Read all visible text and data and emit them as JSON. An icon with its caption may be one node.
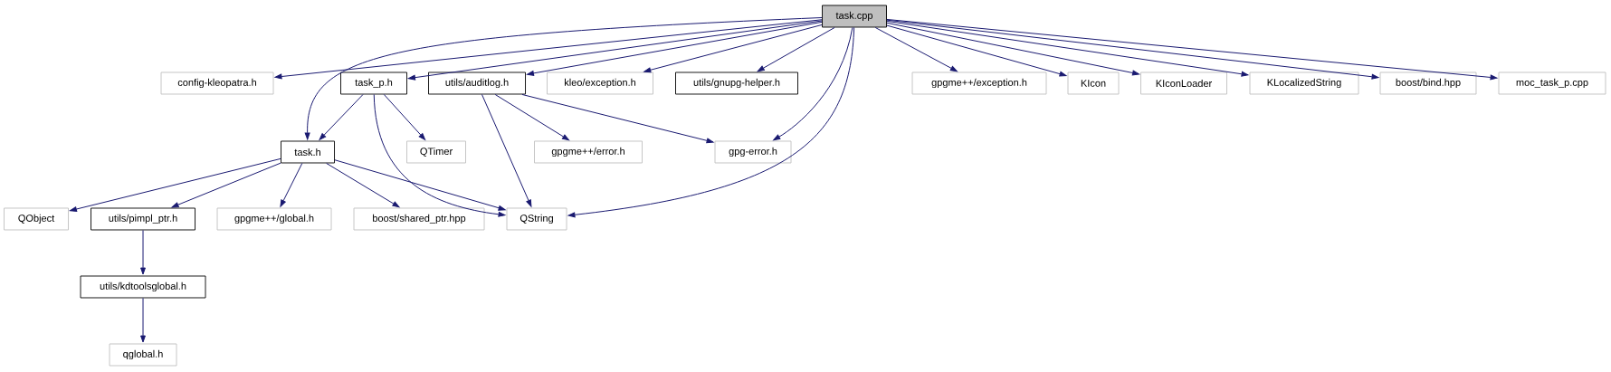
{
  "diagram": {
    "nodes": [
      {
        "text": [
          "task.cpp"
        ]
      },
      {
        "text": [
          "config-kleopatra.h"
        ]
      },
      {
        "text": [
          "task_p.h"
        ]
      },
      {
        "text": [
          "utils/auditlog.h"
        ]
      },
      {
        "text": [
          "kleo/exception.h"
        ]
      },
      {
        "text": [
          "utils/gnupg-helper.h"
        ]
      },
      {
        "text": [
          "gpgme++/exception.h"
        ]
      },
      {
        "text": [
          "KIcon"
        ]
      },
      {
        "text": [
          "KIconLoader"
        ]
      },
      {
        "text": [
          "KLocalizedString"
        ]
      },
      {
        "text": [
          "boost/bind.hpp"
        ]
      },
      {
        "text": [
          "moc_task_p.cpp"
        ]
      },
      {
        "text": [
          "task.h"
        ]
      },
      {
        "text": [
          "QTimer"
        ]
      },
      {
        "text": [
          "gpgme++/error.h"
        ]
      },
      {
        "text": [
          "gpg-error.h"
        ]
      },
      {
        "text": [
          "QObject"
        ]
      },
      {
        "text": [
          "utils/pimpl_ptr.h"
        ]
      },
      {
        "text": [
          "gpgme++/global.h"
        ]
      },
      {
        "text": [
          "boost/shared_ptr.hpp"
        ]
      },
      {
        "text": [
          "QString"
        ]
      },
      {
        "text": [
          "utils/kdtoolsglobal.h"
        ]
      },
      {
        "text": [
          "qglobal.h"
        ]
      }
    ],
    "edges": [
      {
        "from": 0,
        "to": 1,
        "arrow": "to"
      },
      {
        "from": 0,
        "to": 2,
        "arrow": "to"
      },
      {
        "from": 0,
        "to": 3,
        "arrow": "to"
      },
      {
        "from": 0,
        "to": 4,
        "arrow": "to"
      },
      {
        "from": 0,
        "to": 5,
        "arrow": "to"
      },
      {
        "from": 0,
        "to": 6,
        "arrow": "to"
      },
      {
        "from": 0,
        "to": 7,
        "arrow": "to"
      },
      {
        "from": 0,
        "to": 8,
        "arrow": "to"
      },
      {
        "from": 0,
        "to": 9,
        "arrow": "to"
      },
      {
        "from": 0,
        "to": 10,
        "arrow": "to"
      },
      {
        "from": 0,
        "to": 11,
        "arrow": "to"
      },
      {
        "from": 0,
        "to": 12,
        "arrow": "to"
      },
      {
        "from": 0,
        "to": 15,
        "arrow": "to"
      },
      {
        "from": 0,
        "to": 20,
        "arrow": "to"
      },
      {
        "from": 2,
        "to": 12,
        "arrow": "to"
      },
      {
        "from": 2,
        "to": 13,
        "arrow": "to"
      },
      {
        "from": 2,
        "to": 20,
        "arrow": "to"
      },
      {
        "from": 3,
        "to": 14,
        "arrow": "to"
      },
      {
        "from": 3,
        "to": 15,
        "arrow": "to"
      },
      {
        "from": 3,
        "to": 20,
        "arrow": "to"
      },
      {
        "from": 12,
        "to": 16,
        "arrow": "to"
      },
      {
        "from": 12,
        "to": 17,
        "arrow": "to"
      },
      {
        "from": 12,
        "to": 18,
        "arrow": "to"
      },
      {
        "from": 12,
        "to": 19,
        "arrow": "to"
      },
      {
        "from": 12,
        "to": 20,
        "arrow": "to"
      },
      {
        "from": 17,
        "to": 21,
        "arrow": "to"
      },
      {
        "from": 21,
        "to": 22,
        "arrow": "to"
      }
    ]
  }
}
